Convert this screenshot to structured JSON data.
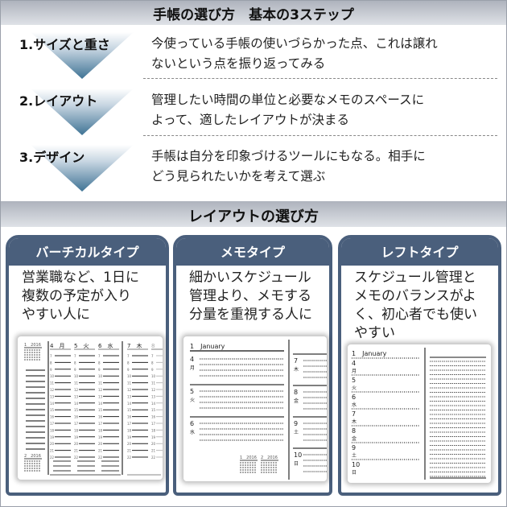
{
  "title": "手帳の選び方　基本の3ステップ",
  "steps": [
    {
      "label": "1.サイズと重さ",
      "lines": [
        "今使っている手帳の使いづらかった点、これは譲れ",
        "ないという点を振り返ってみる"
      ]
    },
    {
      "label": "2.レイアウト",
      "lines": [
        "管理したい時間の単位と必要なメモのスペースに",
        "よって、適したレイアウトが決まる"
      ]
    },
    {
      "label": "3.デザイン",
      "lines": [
        "手帳は自分を印象づけるツールにもなる。相手に",
        "どう見られたいかを考えて選ぶ"
      ]
    }
  ],
  "section_title": "レイアウトの選び方",
  "colors": {
    "card": "#4a5f7c",
    "band": "#aeb3bd",
    "arrow": "#3f7395"
  },
  "cards": [
    {
      "title": "バーチカルタイプ",
      "lines": [
        "営業職など、1日に",
        "複数の予定が入り",
        "やすい人に"
      ]
    },
    {
      "title": "メモタイプ",
      "lines": [
        "細かいスケジュール",
        "管理より、メモする",
        "分量を重視する人に"
      ]
    },
    {
      "title": "レフトタイプ",
      "lines": [
        "スケジュール管理と",
        "メモのバランスがよ",
        "く、初心者でも使い",
        "やすい"
      ]
    }
  ],
  "vertical": {
    "mini_cal": [
      "1　2016",
      "2　2016"
    ],
    "days": [
      "4　月",
      "5　火",
      "6　水",
      "7　木",
      "8"
    ],
    "hours": [
      "7",
      "8",
      "9",
      "10",
      "11",
      "12",
      "13",
      "14",
      "15",
      "16",
      "17",
      "18",
      "19",
      "20",
      "21",
      "22"
    ]
  },
  "memo": {
    "month": "1　January",
    "mini_cal": [
      "1　2016",
      "2　2016"
    ],
    "left_days": [
      {
        "num": "4",
        "wd": "月"
      },
      {
        "num": "5",
        "wd": "火"
      },
      {
        "num": "6",
        "wd": "水"
      }
    ],
    "right_days": [
      {
        "num": "7",
        "wd": "木"
      },
      {
        "num": "8",
        "wd": "金"
      },
      {
        "num": "9",
        "wd": "土"
      },
      {
        "num": "10",
        "wd": "日"
      }
    ]
  },
  "left": {
    "month": "1　January",
    "days": [
      {
        "num": "4",
        "wd": "月"
      },
      {
        "num": "5",
        "wd": "火"
      },
      {
        "num": "6",
        "wd": "水"
      },
      {
        "num": "7",
        "wd": "木"
      },
      {
        "num": "8",
        "wd": "金"
      },
      {
        "num": "9",
        "wd": "土"
      },
      {
        "num": "10",
        "wd": "日"
      }
    ]
  }
}
